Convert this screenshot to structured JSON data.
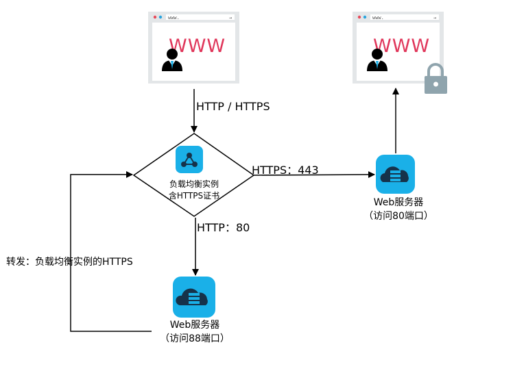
{
  "browser_client": {
    "url": "www.",
    "site_text": "WWW"
  },
  "browser_secure": {
    "url": "www.",
    "site_text": "WWW"
  },
  "edges": {
    "client_to_lb": "HTTP / HTTPS",
    "lb_to_web80": "HTTPS：443",
    "lb_to_web88": "HTTP：80",
    "redirect": "转发：负载均衡实例的HTTPS"
  },
  "load_balancer": {
    "line1": "负载均衡实例",
    "line2": "含HTTPS证书"
  },
  "web_server_80": {
    "name": "Web服务器",
    "note": "（访问80端口）"
  },
  "web_server_88": {
    "name": "Web服务器",
    "note": "（访问88端口）"
  },
  "colors": {
    "accent": "#1ab0e8",
    "icon_dark": "#16324a",
    "browser_frame": "#e3e6e8",
    "lock": "#8fa4ad",
    "www_text": "#e0365a"
  },
  "icons": {
    "load_balancer": "share-nodes-icon",
    "server": "cloud-server-icon",
    "user": "user-avatar-icon",
    "lock": "lock-icon"
  }
}
